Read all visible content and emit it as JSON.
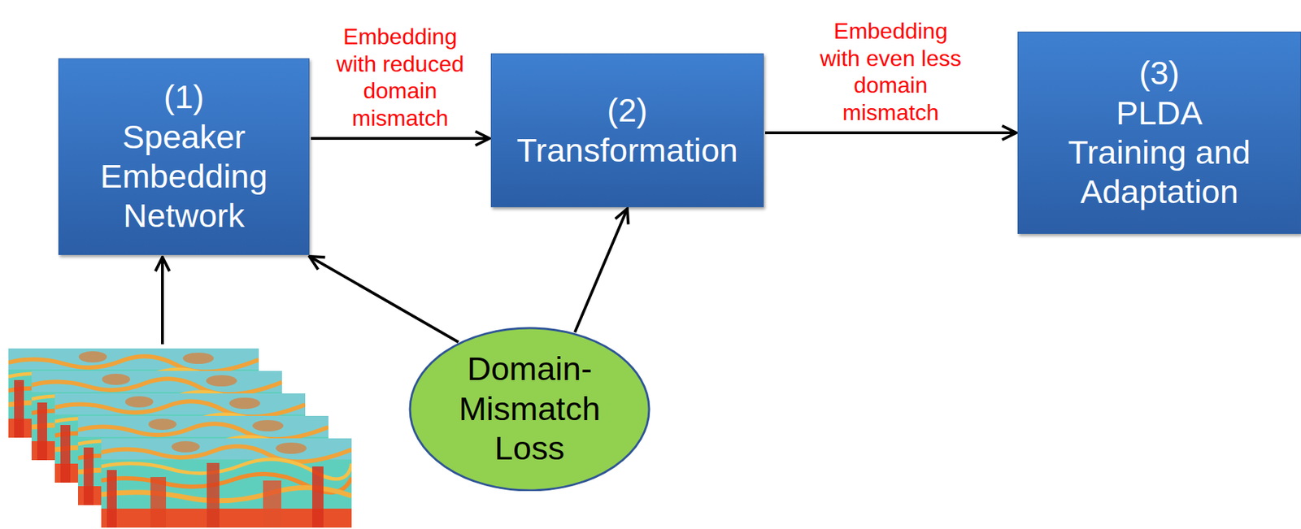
{
  "diagram": {
    "nodes": [
      {
        "text": [
          "(1)",
          "Speaker Embedding Network"
        ]
      },
      {
        "text": [
          "(2)",
          "Transformation"
        ]
      },
      {
        "text": [
          "(3)",
          "PLDA Training and Adaptation"
        ]
      },
      {
        "text": [
          "Domain- Mismatch Loss"
        ]
      }
    ],
    "edges": [
      {
        "from": 0,
        "to": 1,
        "arrow": "to",
        "label": "Embedding with reduced domain mismatch"
      },
      {
        "from": 1,
        "to": 2,
        "arrow": "to",
        "label": "Embedding with even less domain mismatch"
      },
      {
        "from": 3,
        "to": 0,
        "arrow": "to"
      },
      {
        "from": 3,
        "to": 1,
        "arrow": "to"
      }
    ]
  }
}
